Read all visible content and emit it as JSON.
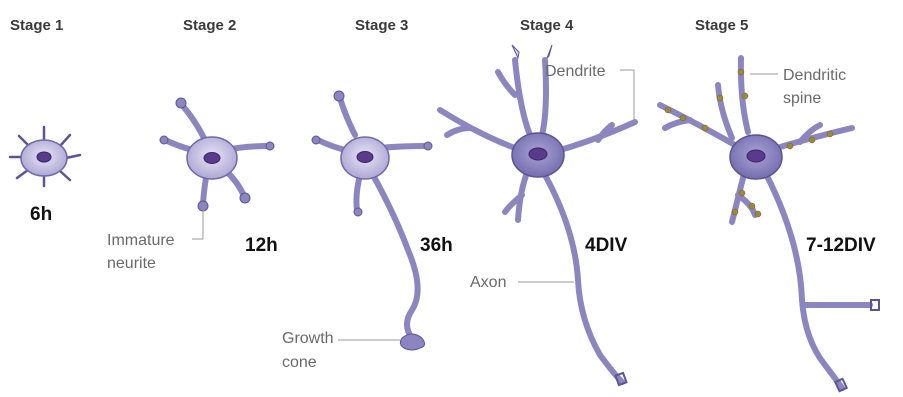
{
  "stages": [
    {
      "title": "Stage 1",
      "time": "6h"
    },
    {
      "title": "Stage 2",
      "time": "12h"
    },
    {
      "title": "Stage 3",
      "time": "36h"
    },
    {
      "title": "Stage 4",
      "time": "4DIV"
    },
    {
      "title": "Stage 5",
      "time": "7-12DIV"
    }
  ],
  "annotations": {
    "immature_neurite_1": "Immature",
    "immature_neurite_2": "neurite",
    "growth_cone_1": "Growth",
    "growth_cone_2": "cone",
    "axon": "Axon",
    "dendrite": "Dendrite",
    "dendritic_spine_1": "Dendritic",
    "dendritic_spine_2": "spine"
  },
  "colors": {
    "soma_light": "#c9c3e3",
    "soma_dark": "#7d77b6",
    "nucleus": "#5a3a8c",
    "process_fill": "#8c86c0",
    "process_stroke": "#5b5596",
    "spine": "#9a8a3a"
  }
}
